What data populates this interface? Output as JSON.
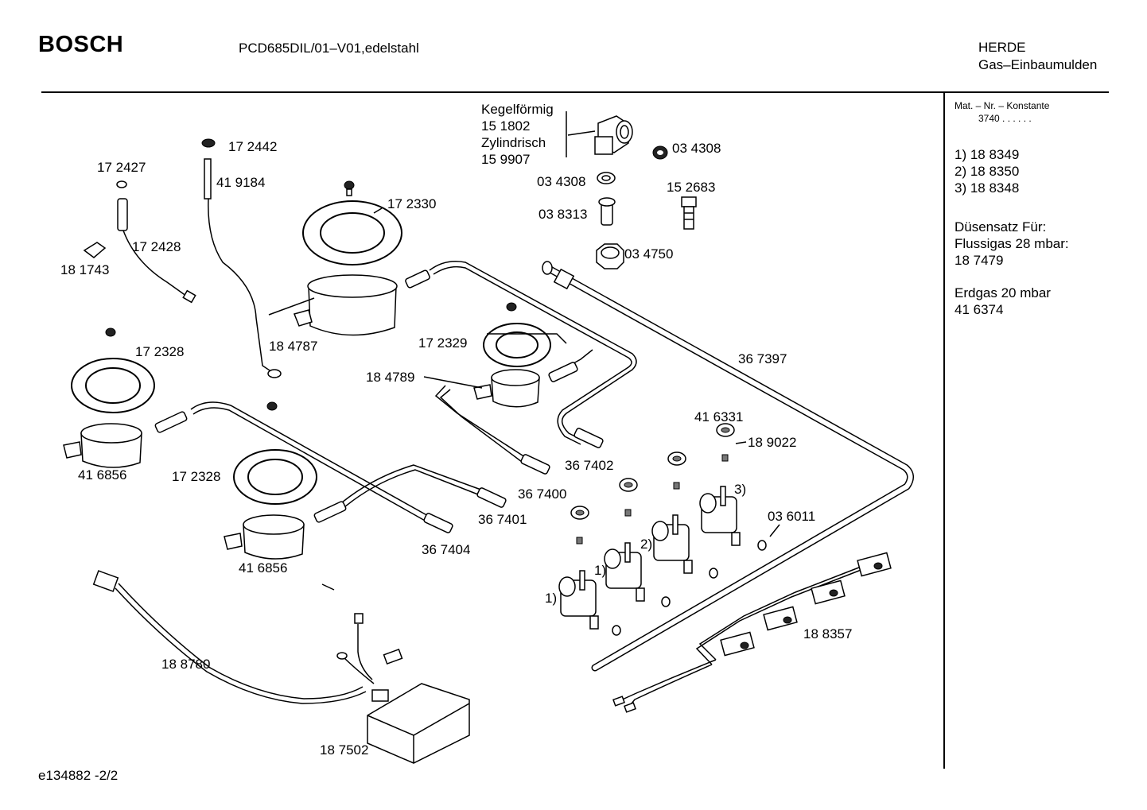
{
  "header": {
    "brand": "BOSCH",
    "model": "PCD685DIL/01–V01,edelstahl",
    "category_line1": "HERDE",
    "category_line2": "Gas–Einbaumulden"
  },
  "sidebar": {
    "mat_header": "Mat. – Nr. – Konstante",
    "mat_value": "3740  .  .    .  .  .  .",
    "variants": [
      "1) 18 8349",
      "2) 18 8350",
      "3) 18 8348"
    ],
    "nozzle_title": "Düsensatz Für:",
    "lpg_label": "Flussigas 28 mbar:",
    "lpg_value": "18 7479",
    "ng_label": "Erdgas 20 mbar",
    "ng_value": "41 6374"
  },
  "callouts": {
    "kegel_label": "Kegelförmig",
    "kegel_value": "15 1802",
    "zyl_label": "Zylindrisch",
    "zyl_value": "15 9907",
    "p172442": "17 2442",
    "p172427": "17 2427",
    "p419184": "41 9184",
    "p172428": "17 2428",
    "p181743": "18 1743",
    "p172330": "17 2330",
    "p184787": "18 4787",
    "p172328a": "17 2328",
    "p416856a": "41 6856",
    "p172328b": "17 2328",
    "p416856b": "41 6856",
    "p172329": "17 2329",
    "p184789": "18 4789",
    "p034308a": "03 4308",
    "p034308b": "03 4308",
    "p152683": "15 2683",
    "p038313": "03 8313",
    "p034750": "03 4750",
    "p367397": "36 7397",
    "p416331": "41 6331",
    "p189022": "18 9022",
    "p367402": "36 7402",
    "p367400": "36 7400",
    "p367401": "36 7401",
    "p367404": "36 7404",
    "p036011": "03 6011",
    "p188357": "18 8357",
    "p188780": "18 8780",
    "p187502": "18 7502",
    "tag3": "3)",
    "tag2": "2)",
    "tag1a": "1)",
    "tag1b": "1)"
  },
  "footer": {
    "drawing_no": "e134882   -2/2"
  }
}
